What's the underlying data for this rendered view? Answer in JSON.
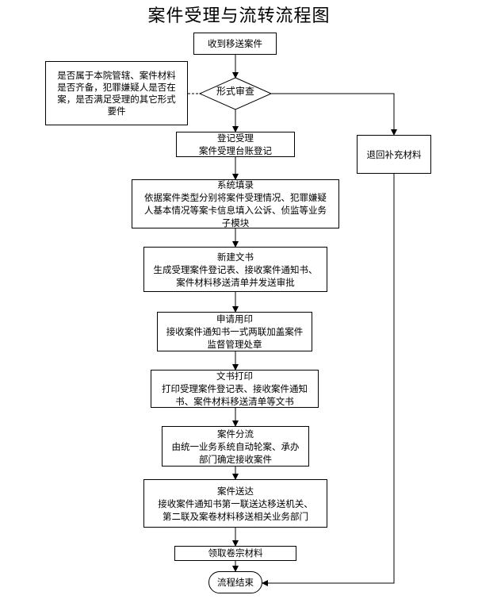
{
  "title": "案件受理与流转流程图",
  "nodes": {
    "receive": "收到移送案件",
    "review": "形式审查",
    "review_note": [
      "是否属于本院管辖、案件材料",
      "是否齐备，犯罪嫌疑人是否在",
      "案，是否满足受理的其它形式",
      "要件"
    ],
    "register": [
      "登记受理",
      "案件受理台账登记"
    ],
    "return": "退回补充材料",
    "system": [
      "系统填录",
      "依据案件类型分别将案件受理情况、犯罪嫌疑",
      "人基本情况等案卡信息填入公诉、侦监等业务",
      "子模块"
    ],
    "newdoc": [
      "新建文书",
      "生成受理案件登记表、接收案件通知书、",
      "案件材料移送清单并发送审批"
    ],
    "seal": [
      "申请用印",
      "接收案件通知书一式两联加盖案件",
      "监督管理处章"
    ],
    "print": [
      "文书打印",
      "打印受理案件登记表、接收案件通知",
      "书、案件材料移送清单等文书"
    ],
    "dispatch": [
      "案件分流",
      "由统一业务系统自动轮案、承办",
      "部门确定接收案件"
    ],
    "deliver": [
      "案件送达",
      "接收案件通知书第一联送达移送机关、",
      "第二联及案卷材料移送相关业务部门"
    ],
    "collect": "领取卷宗材料",
    "end": "流程结束"
  }
}
